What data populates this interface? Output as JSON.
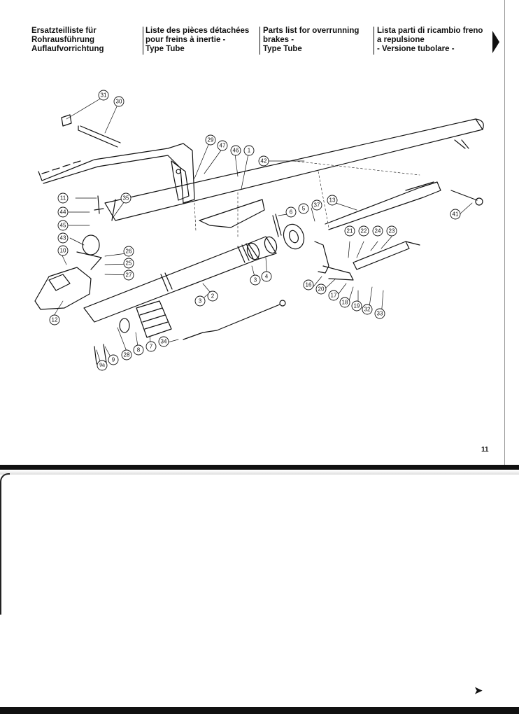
{
  "header": {
    "col1": "Ersatzteilliste für\nRohrausführung\nAuflaufvorrichtung",
    "col2": "Liste des pièces détachées\npour freins à inertie -\nType Tube",
    "col3": "Parts list for overrunning\nbrakes -\nType Tube",
    "col4": "Lista parti di ricambio freno\na repulsione\n- Versione tubolare -"
  },
  "page_number": "11",
  "diagram": {
    "callouts": [
      "31",
      "30",
      "29",
      "47",
      "46",
      "1",
      "42",
      "11",
      "35",
      "44",
      "45",
      "43",
      "10",
      "26",
      "25",
      "27",
      "6",
      "5",
      "37",
      "13",
      "41",
      "21",
      "22",
      "24",
      "23",
      "12",
      "3",
      "2",
      "4",
      "16",
      "20",
      "17",
      "18",
      "19",
      "32",
      "33",
      "34",
      "8",
      "7",
      "28",
      "9",
      "9a"
    ]
  },
  "icons": {
    "next_page": "arrow-right-icon",
    "corner_mark": "flag-mark-icon"
  }
}
